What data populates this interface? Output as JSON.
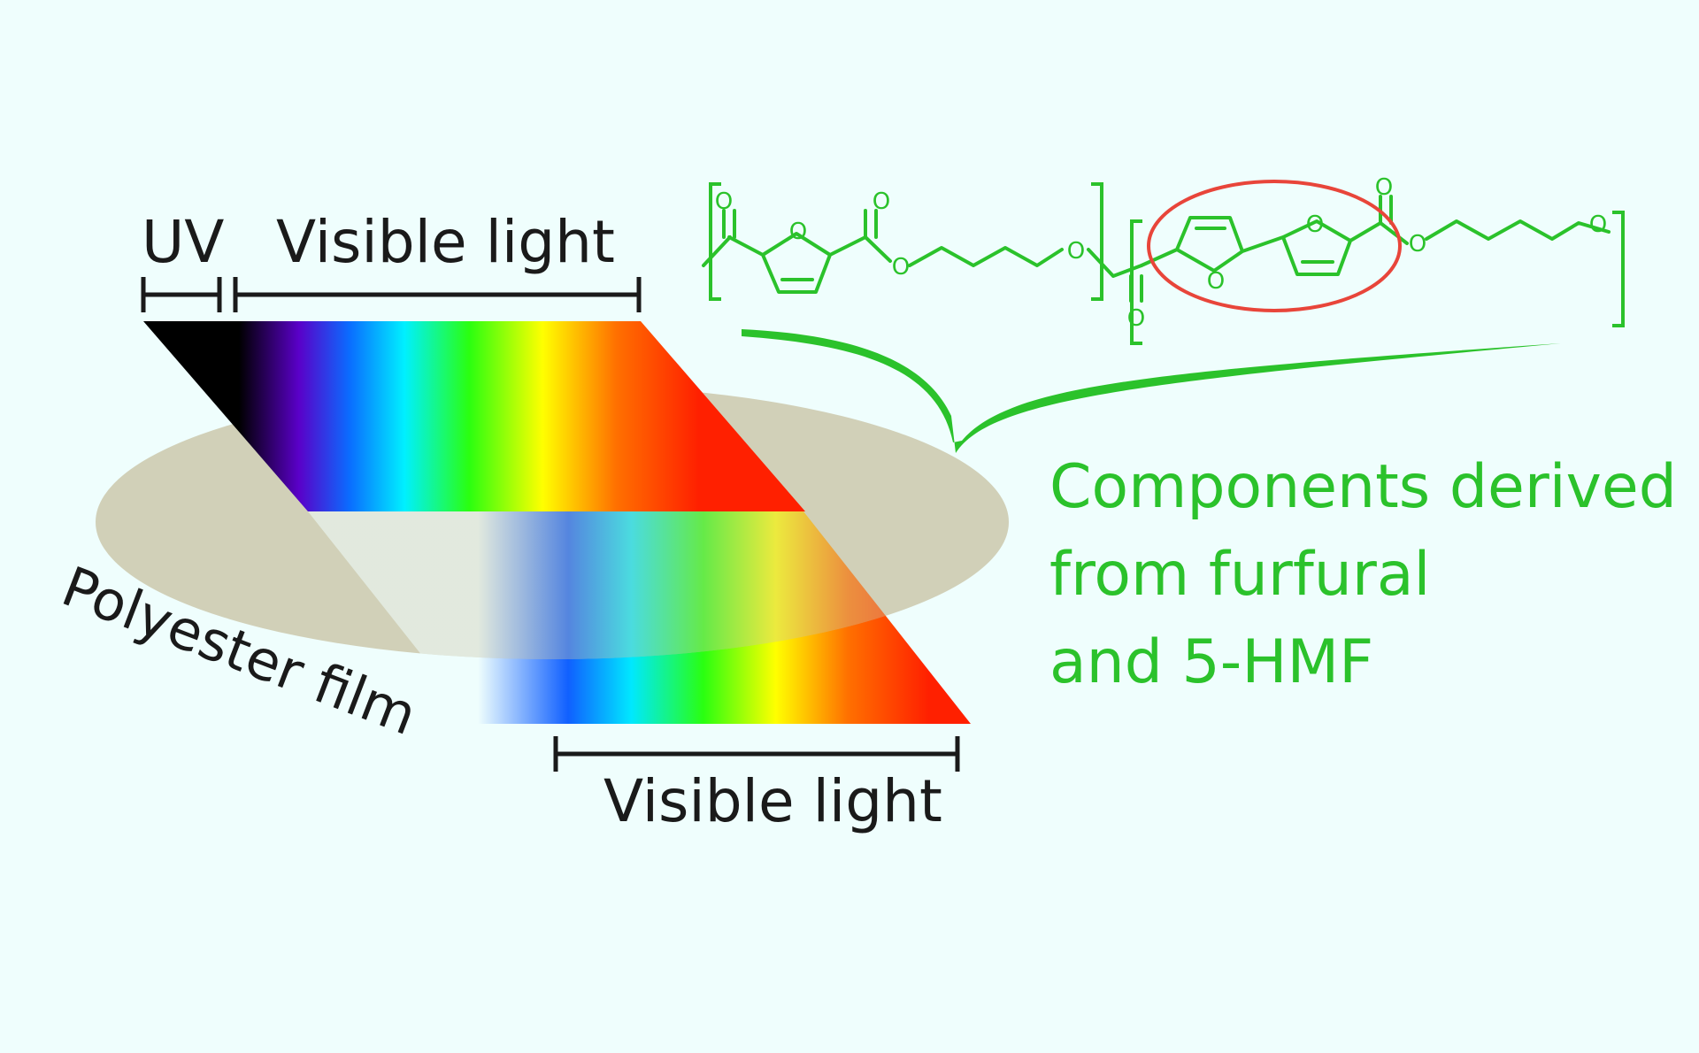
{
  "labels": {
    "uv": "UV",
    "visible_top": "Visible light",
    "visible_bottom": "Visible light",
    "film": "Polyester film",
    "components_line1": "Components derived",
    "components_line2": "from furfural",
    "components_line3": "and 5-HMF"
  },
  "structure": {
    "oxygen_symbol": "O"
  },
  "colors": {
    "background": "#effefd",
    "label_text": "#1a1a1a",
    "structure_green": "#2bc22b",
    "highlight_ellipse": "#e8453a",
    "film": "#cbc6a8"
  }
}
